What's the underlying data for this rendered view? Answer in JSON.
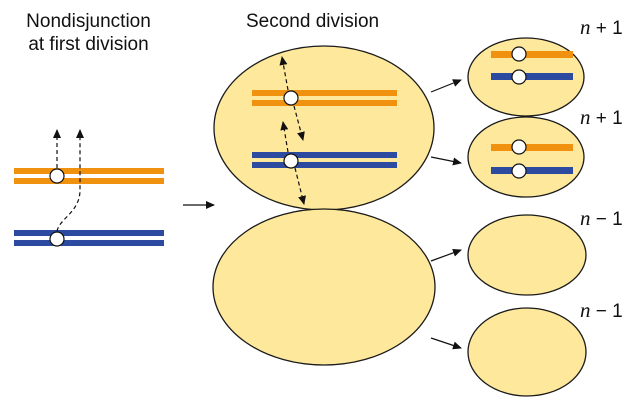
{
  "labels": {
    "first_division_line1": "Nondisjunction",
    "first_division_line2": "at first division",
    "second_division": "Second division"
  },
  "ploidy": [
    {
      "var": "n",
      "op": "+",
      "num": "1"
    },
    {
      "var": "n",
      "op": "+",
      "num": "1"
    },
    {
      "var": "n",
      "op": "−",
      "num": "1"
    },
    {
      "var": "n",
      "op": "−",
      "num": "1"
    }
  ],
  "colors": {
    "cell_fill": "#fde89b",
    "cell_stroke": "#1a1a1a",
    "orange_chromosome": "#f0920f",
    "blue_chromosome": "#2c4aa0",
    "centromere": "#ffffff"
  }
}
